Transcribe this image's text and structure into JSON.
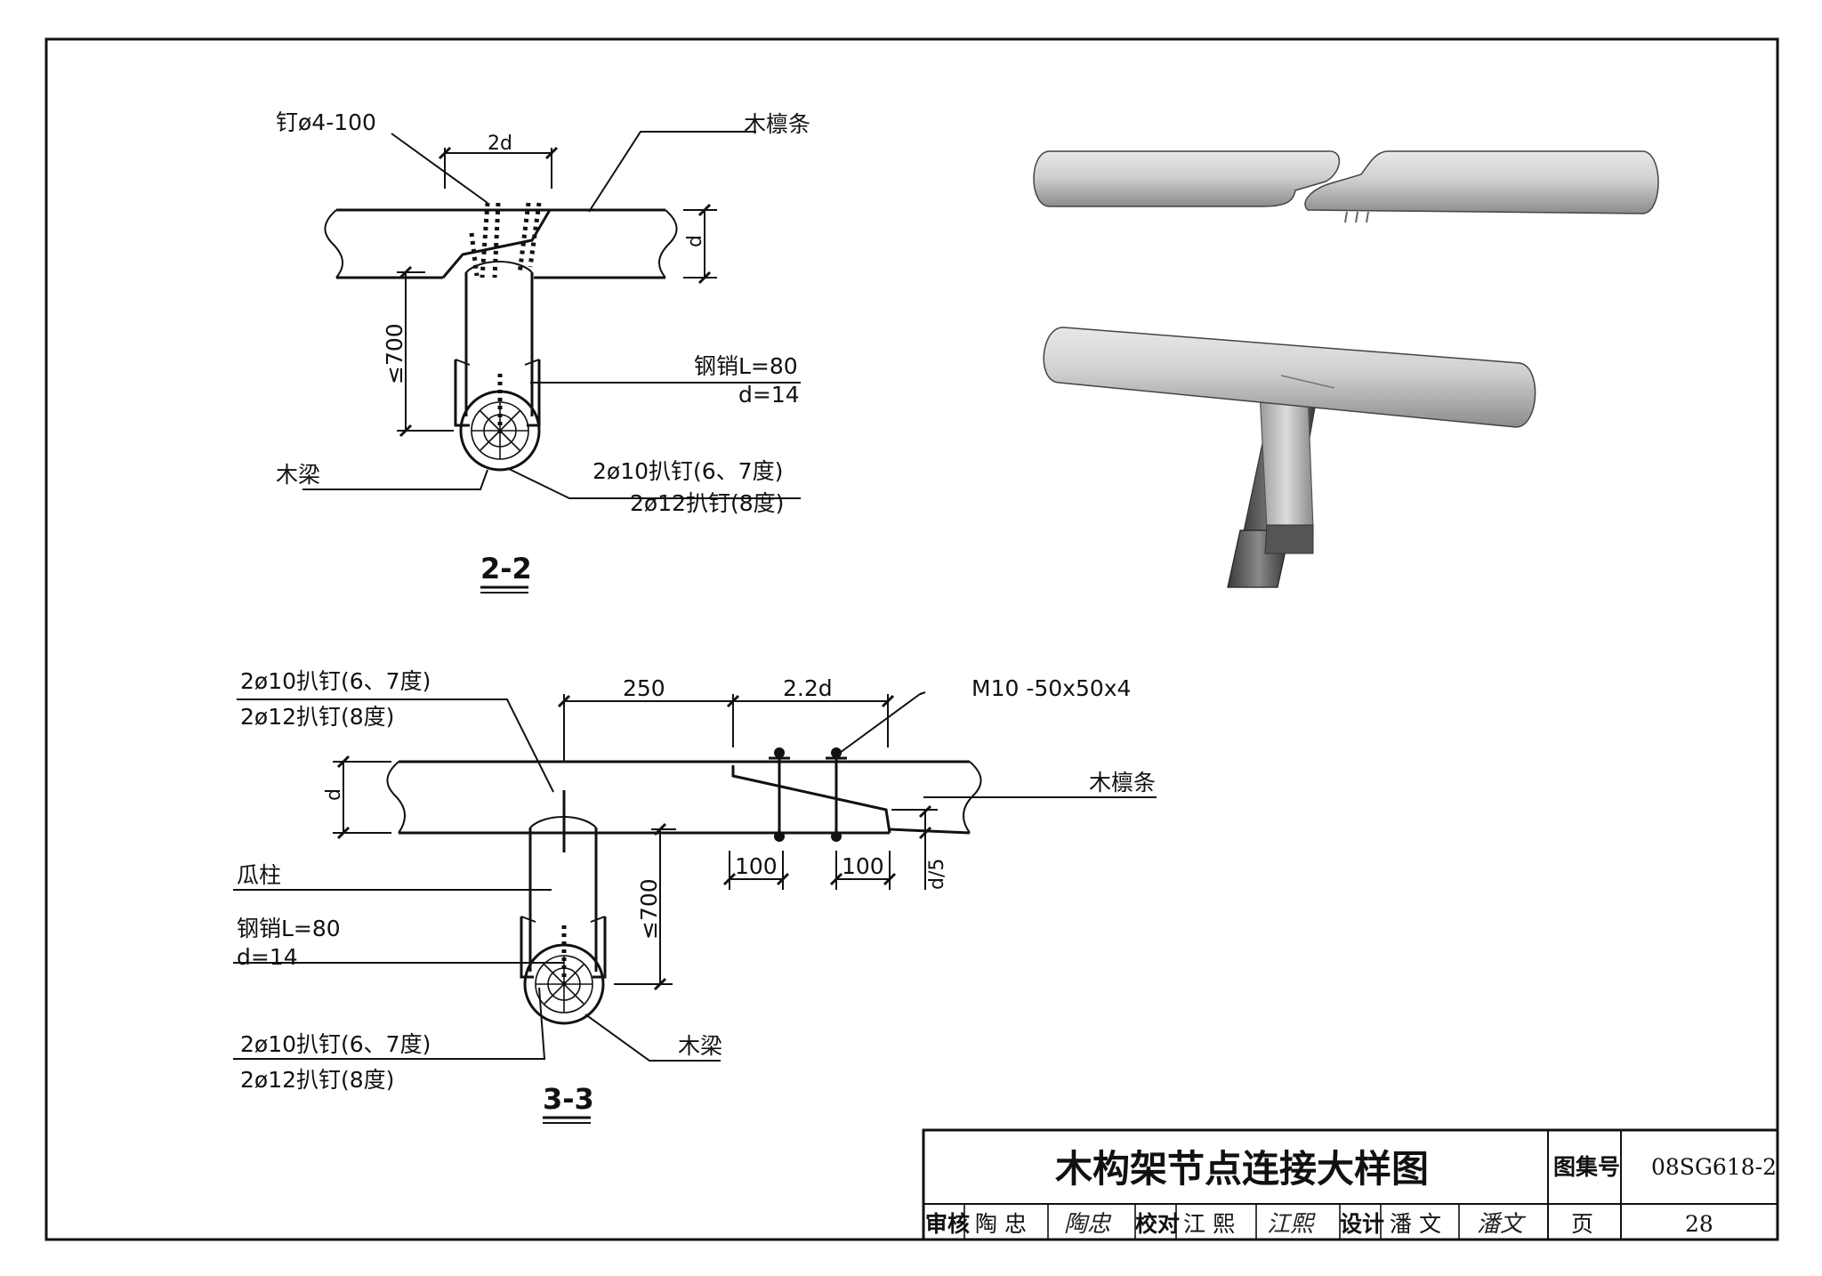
{
  "section_2_2": {
    "title": "2-2",
    "nail": "钉ø4-100",
    "dim_2d": "2d",
    "purlin": "木檩条",
    "dim_d": "d",
    "dim_700": "≤700",
    "pin_line1": "钢销L=80",
    "pin_line2": "d=14",
    "beam": "木梁",
    "staple_line1": "2ø10扒钉(6、7度)",
    "staple_line2": "2ø12扒钉(8度)"
  },
  "section_3_3": {
    "title": "3-3",
    "staple_top_line1": "2ø10扒钉(6、7度)",
    "staple_top_line2": "2ø12扒钉(8度)",
    "dim_250": "250",
    "dim_22d": "2.2d",
    "bolt": "M10 -50x50x4",
    "dim_d": "d",
    "purlin": "木檩条",
    "post": "瓜柱",
    "dim_700": "≤700",
    "dim_100a": "100",
    "dim_100b": "100",
    "dim_d5": "d/5",
    "pin_line1": "钢销L=80",
    "pin_line2": "d=14",
    "staple_bot_line1": "2ø10扒钉(6、7度)",
    "staple_bot_line2": "2ø12扒钉(8度)",
    "beam": "木梁"
  },
  "title_block": {
    "drawing_title": "木构架节点连接大样图",
    "atlas_label": "图集号",
    "atlas_no": "08SG618-2",
    "review_label": "审核",
    "review_name": "陶 忠",
    "review_sig": "陶忠",
    "check_label": "校对",
    "check_name": "江 熙",
    "check_sig": "江熙",
    "design_label": "设计",
    "design_name": "潘 文",
    "design_sig": "潘文",
    "page_label": "页",
    "page_no": "28"
  }
}
